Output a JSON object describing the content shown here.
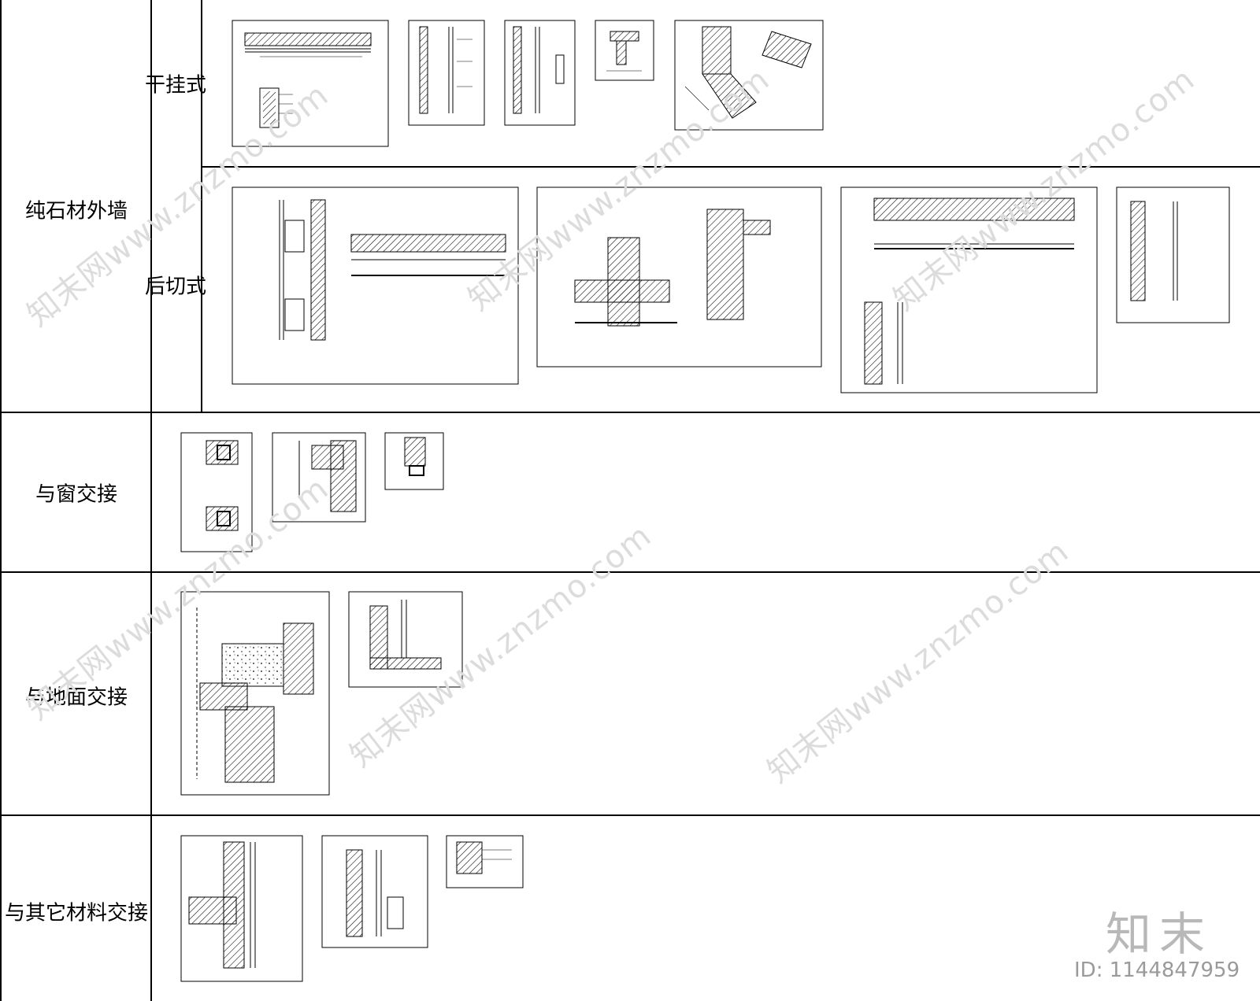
{
  "categories": {
    "stone_wall": "纯石材外墙",
    "dry_hang": "干挂式",
    "back_cut": "后切式",
    "window_junction": "与窗交接",
    "ground_junction": "与地面交接",
    "other_material_junction": "与其它材料交接"
  },
  "watermark": {
    "site_text": "知末网www.znzmo.com",
    "brand": "知末",
    "id_text": "ID: 1144847959"
  }
}
